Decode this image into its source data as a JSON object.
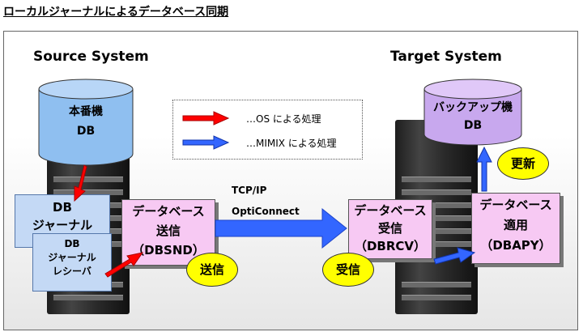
{
  "title": "ローカルジャーナルによるデータベース同期",
  "source_system": "Source System",
  "target_system": "Target System",
  "source_db": {
    "line1": "本番機",
    "line2": "DB"
  },
  "target_db": {
    "line1": "バックアップ機",
    "line2": "DB"
  },
  "journal": {
    "line1": "DB",
    "line2": "ジャーナル"
  },
  "receiver": {
    "line1": "DB",
    "line2": "ジャーナル",
    "line3": "レシーバ"
  },
  "dbsnd": {
    "line1": "データベース",
    "line2": "送信",
    "line3": "（DBSND）"
  },
  "dbrcv": {
    "line1": "データベース",
    "line2": "受信",
    "line3": "（DBRCV）"
  },
  "dbapy": {
    "line1": "データベース",
    "line2": "適用",
    "line3": "（DBAPY）"
  },
  "legend": {
    "os": "…OS による処理",
    "mimix": "…MIMIX による処理"
  },
  "network": {
    "line1": "TCP/IP",
    "line2": "OptiConnect"
  },
  "badges": {
    "send": "送信",
    "receive": "受信",
    "update": "更新"
  },
  "colors": {
    "os_arrow": "#ff0000",
    "mimix_arrow": "#3366ff",
    "process_box": "#f7c9f3",
    "badge": "#ffff00"
  }
}
